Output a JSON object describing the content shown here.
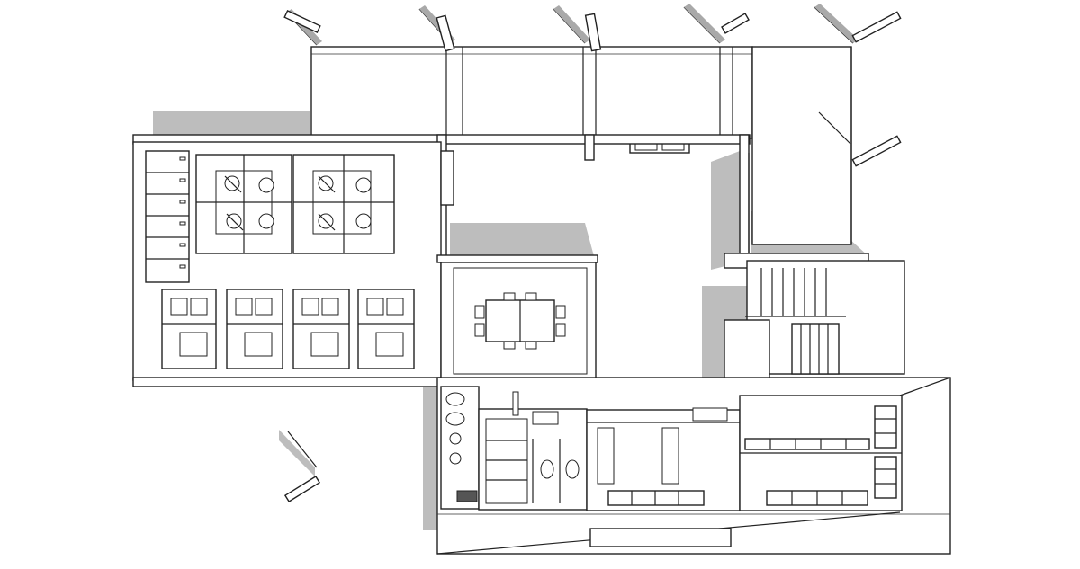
{
  "diagram": {
    "kind": "isometric-floor-plan",
    "colors": {
      "background": "#ffffff",
      "line": "#222222",
      "shadow": "#bdbdbd",
      "floor": "#d6d6d6"
    },
    "rooms": [
      "open-office",
      "conference-room",
      "restroom-block",
      "kitchenette",
      "stair-core",
      "corridor"
    ],
    "furniture_counts": {
      "office_pod_chairs": 8,
      "workstations": 4,
      "conference_chairs": 8,
      "filing_cabinets": 6
    }
  }
}
